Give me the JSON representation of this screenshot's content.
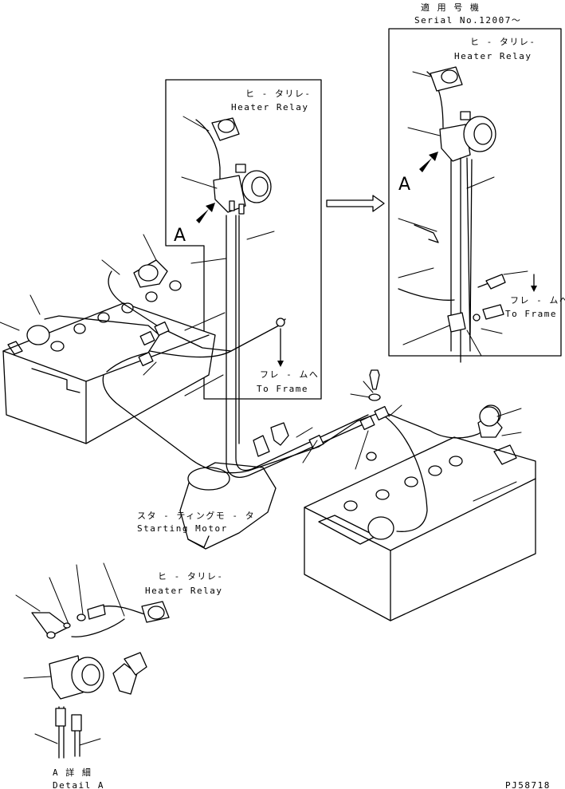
{
  "labels": {
    "serial_jp": "適 用 号 機",
    "serial_en": "Serial No.12007〜",
    "relay_jp_right": "ヒ - タリレ-",
    "relay_en_right": "Heater Relay",
    "relay_jp_main": "ヒ - タリレ-",
    "relay_en_main": "Heater Relay",
    "frame_jp_main": "フレ - ムへ",
    "frame_en_main": "To Frame",
    "frame_jp_right": "フレ - ムへ",
    "frame_en_right": "To Frame",
    "starter_jp": "スタ - ティングモ - タ",
    "starter_en": "Starting Motor",
    "relay_jp_detail": "ヒ - タリレ-",
    "relay_en_detail": "Heater Relay",
    "detail_jp": "A  詳  細",
    "detail_en": "Detail A",
    "view_marker_main": "A",
    "view_marker_right": "A",
    "drawing_no": "PJ58718"
  }
}
